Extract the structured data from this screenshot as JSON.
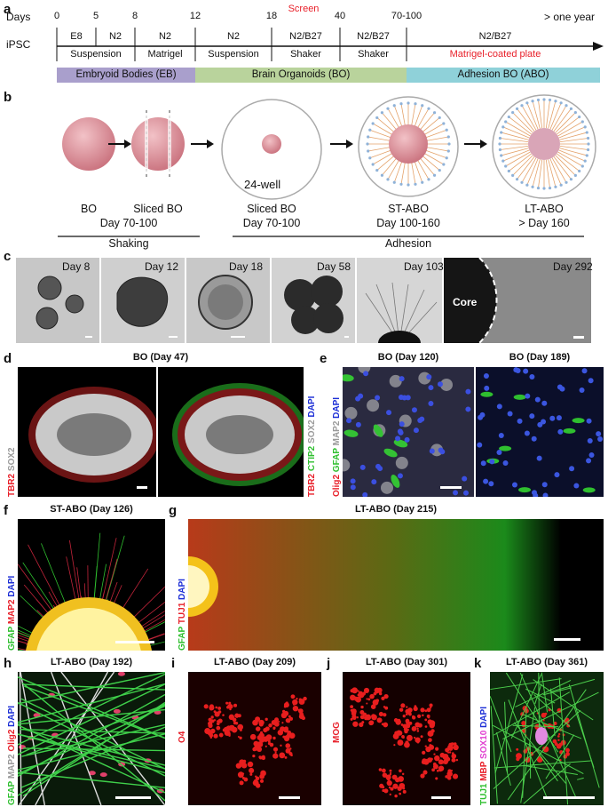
{
  "panels": {
    "a": "a",
    "b": "b",
    "c": "c",
    "d": "d",
    "e": "e",
    "f": "f",
    "g": "g",
    "h": "h",
    "i": "i",
    "j": "j",
    "k": "k"
  },
  "timeline": {
    "days_label": "Days",
    "ipsc_label": "iPSC",
    "screen_label": "Screen",
    "end_label": "> one year",
    "ticks": [
      "0",
      "5",
      "8",
      "12",
      "18",
      "40",
      "70-100"
    ],
    "media": [
      "E8",
      "N2",
      "N2",
      "N2",
      "N2/B27",
      "N2/B27",
      "N2/B27"
    ],
    "conditions": [
      "Suspension",
      "Matrigel",
      "Suspension",
      "Shaker",
      "Shaker",
      "Matrigel-coated plate"
    ],
    "stages": [
      "Embryoid Bodies (EB)",
      "Brain Organoids (BO)",
      "Adhesion BO (ABO)"
    ],
    "colors": {
      "eb": "#a99fcc",
      "bo": "#b9d39c",
      "abo": "#8fd1d9",
      "screen": "#e8202a"
    }
  },
  "schematic": {
    "well_label": "24-well",
    "items": [
      {
        "name": "BO",
        "day": "Day 70-100"
      },
      {
        "name": "Sliced BO",
        "day": ""
      },
      {
        "name": "Sliced BO",
        "day": "Day 70-100"
      },
      {
        "name": "ST-ABO",
        "day": "Day 100-160"
      },
      {
        "name": "LT-ABO",
        "day": "> Day 160"
      }
    ],
    "groups": [
      "Shaking",
      "Adhesion"
    ]
  },
  "brightfield": {
    "days": [
      "Day 8",
      "Day 12",
      "Day 18",
      "Day 58",
      "Day 103",
      "Day 292"
    ],
    "core_label": "Core"
  },
  "d": {
    "title": "BO (Day 47)",
    "left_stains": [
      {
        "t": "TBR2",
        "c": "#e8202a"
      },
      {
        "t": "SOX2",
        "c": "#9a9a9a"
      }
    ],
    "right_stains": [
      {
        "t": "TBR2",
        "c": "#e8202a"
      },
      {
        "t": "CTIP2",
        "c": "#2fbf2f"
      },
      {
        "t": "SOX2",
        "c": "#9a9a9a"
      },
      {
        "t": "DAPI",
        "c": "#1d2fd6"
      }
    ]
  },
  "e": {
    "titles": [
      "BO (Day 120)",
      "BO (Day 189)"
    ],
    "stains": [
      {
        "t": "Olig2",
        "c": "#e8202a"
      },
      {
        "t": "GFAP",
        "c": "#2fbf2f"
      },
      {
        "t": "MAP2",
        "c": "#9a9a9a"
      },
      {
        "t": "DAPI",
        "c": "#1d2fd6"
      }
    ]
  },
  "f": {
    "title": "ST-ABO (Day 126)",
    "stains": [
      {
        "t": "GFAP",
        "c": "#2fbf2f"
      },
      {
        "t": "MAP2",
        "c": "#e8202a"
      },
      {
        "t": "DAPI",
        "c": "#1d2fd6"
      }
    ]
  },
  "g": {
    "title": "LT-ABO (Day 215)",
    "stains": [
      {
        "t": "GFAP",
        "c": "#2fbf2f"
      },
      {
        "t": "TUJ1",
        "c": "#e8202a"
      },
      {
        "t": "DAPI",
        "c": "#1d2fd6"
      }
    ]
  },
  "h": {
    "title": "LT-ABO (Day 192)",
    "stains": [
      {
        "t": "GFAP",
        "c": "#2fbf2f"
      },
      {
        "t": "MAP2",
        "c": "#9a9a9a"
      },
      {
        "t": "Olig2",
        "c": "#e8202a"
      },
      {
        "t": "DAPI",
        "c": "#1d2fd6"
      }
    ]
  },
  "i": {
    "title": "LT-ABO (Day 209)",
    "stains": [
      {
        "t": "O4",
        "c": "#e8202a"
      }
    ]
  },
  "j": {
    "title": "LT-ABO (Day 301)",
    "stains": [
      {
        "t": "MOG",
        "c": "#e8202a"
      }
    ]
  },
  "k": {
    "title": "LT-ABO (Day 361)",
    "stains": [
      {
        "t": "TUJ1",
        "c": "#2fbf2f"
      },
      {
        "t": "MBP",
        "c": "#e8202a"
      },
      {
        "t": "SOX10",
        "c": "#e040d0"
      },
      {
        "t": "DAPI",
        "c": "#1d2fd6"
      }
    ]
  }
}
